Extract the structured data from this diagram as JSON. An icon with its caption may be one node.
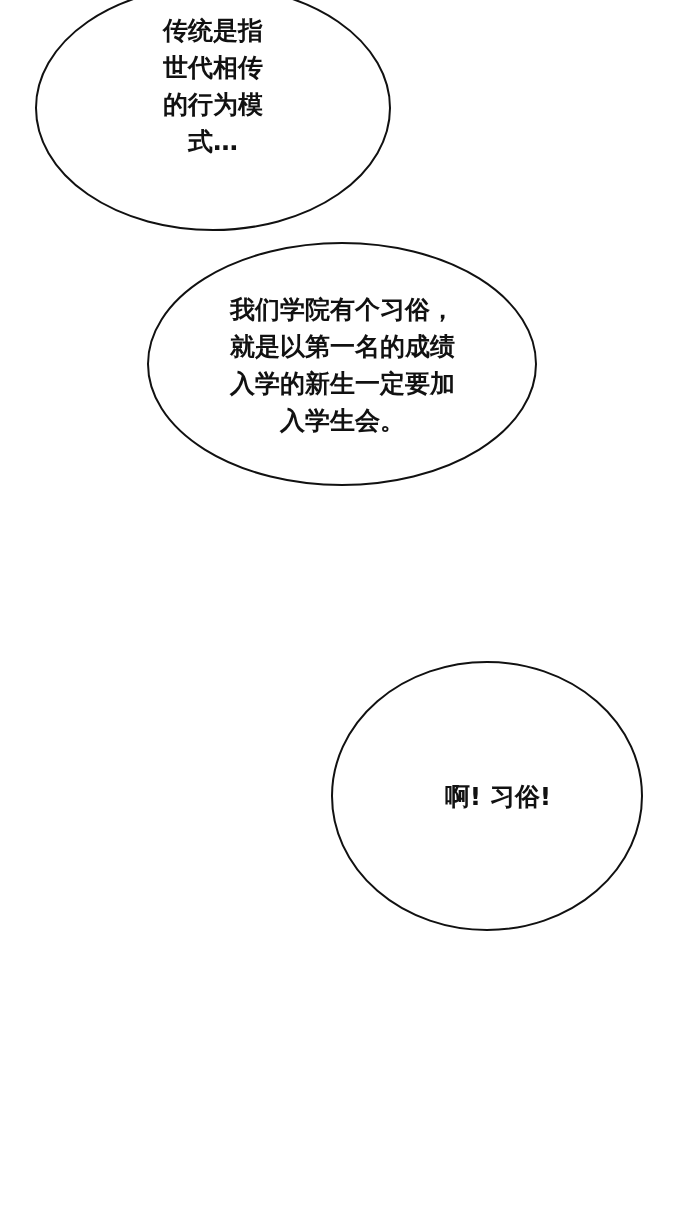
{
  "diagram": {
    "nodes": [
      {
        "text": [
          "传统是指世代相传的行为模式…"
        ]
      },
      {
        "text": [
          "我们学院有个习俗，就是以第一名的成绩入学的新生一定要加入学生会。"
        ]
      },
      {
        "text": [
          "啊! 习俗!"
        ]
      }
    ]
  }
}
